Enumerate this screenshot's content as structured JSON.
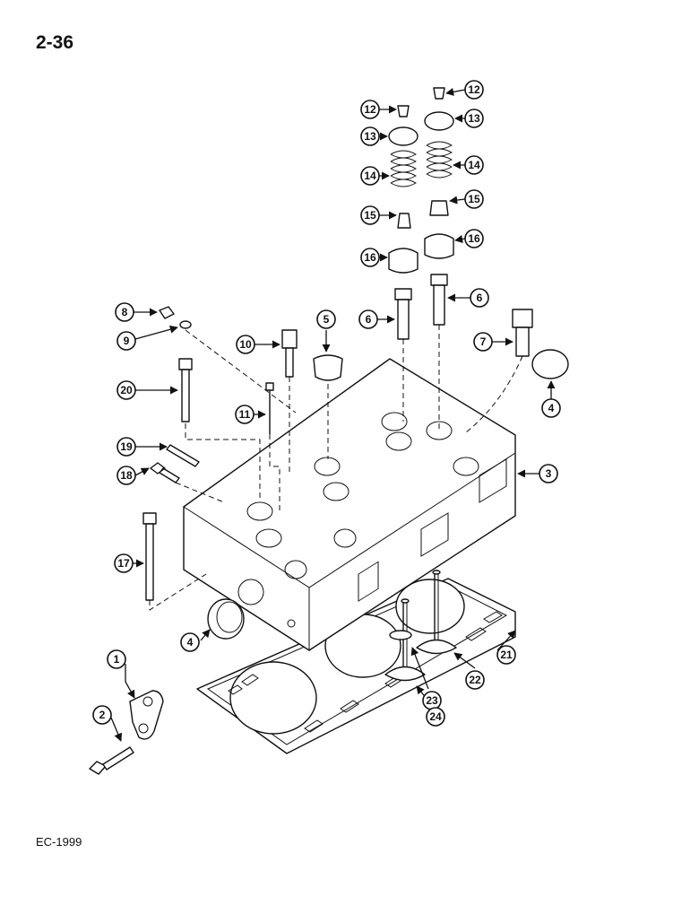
{
  "header": {
    "page_number": "2-36"
  },
  "footer": {
    "doc_code": "EC-1999"
  },
  "callouts": [
    "1",
    "2",
    "3",
    "4",
    "4",
    "5",
    "6",
    "6",
    "7",
    "8",
    "9",
    "10",
    "11",
    "12",
    "12",
    "13",
    "13",
    "14",
    "14",
    "15",
    "15",
    "16",
    "16",
    "17",
    "18",
    "19",
    "20",
    "21",
    "22",
    "23",
    "24"
  ]
}
